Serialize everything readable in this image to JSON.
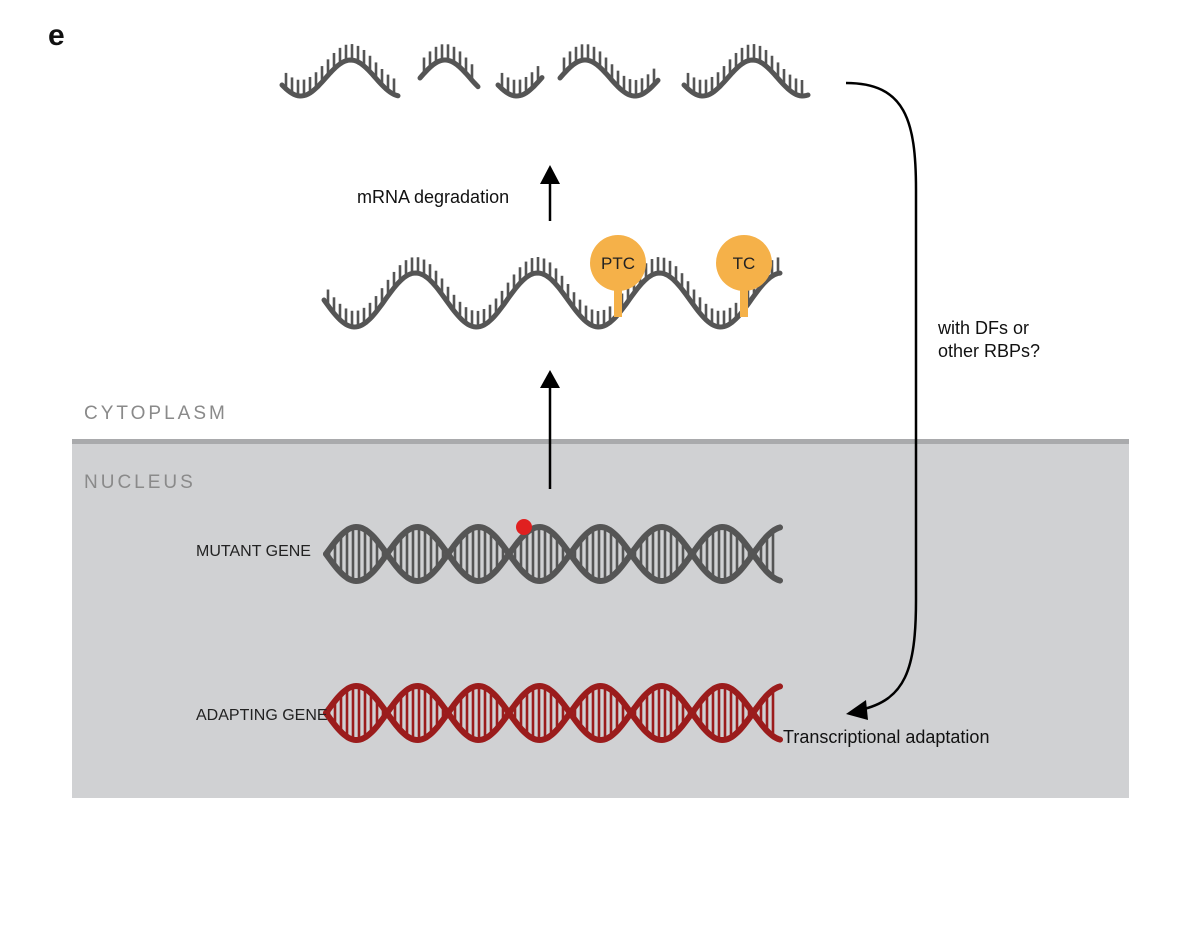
{
  "panel_letter": "e",
  "compartments": {
    "cytoplasm": "CYTOPLASM",
    "nucleus": "NUCLEUS"
  },
  "genes": {
    "mutant": "MUTANT GENE",
    "adapting": "ADAPTING GENE"
  },
  "labels": {
    "degradation": "mRNA degradation",
    "factors_line1": "with DFs or",
    "factors_line2": "other RBPs?",
    "adaptation": "Transcriptional adaptation"
  },
  "markers": {
    "ptc": "PTC",
    "tc": "TC"
  },
  "colors": {
    "strand": "#555555",
    "adapting_strand": "#9b1c1c",
    "nucleus_fill": "#d0d1d3",
    "membrane": "#a9aaac",
    "codon": "#f5b149",
    "mutation": "#e02020",
    "arrow": "#000000"
  }
}
